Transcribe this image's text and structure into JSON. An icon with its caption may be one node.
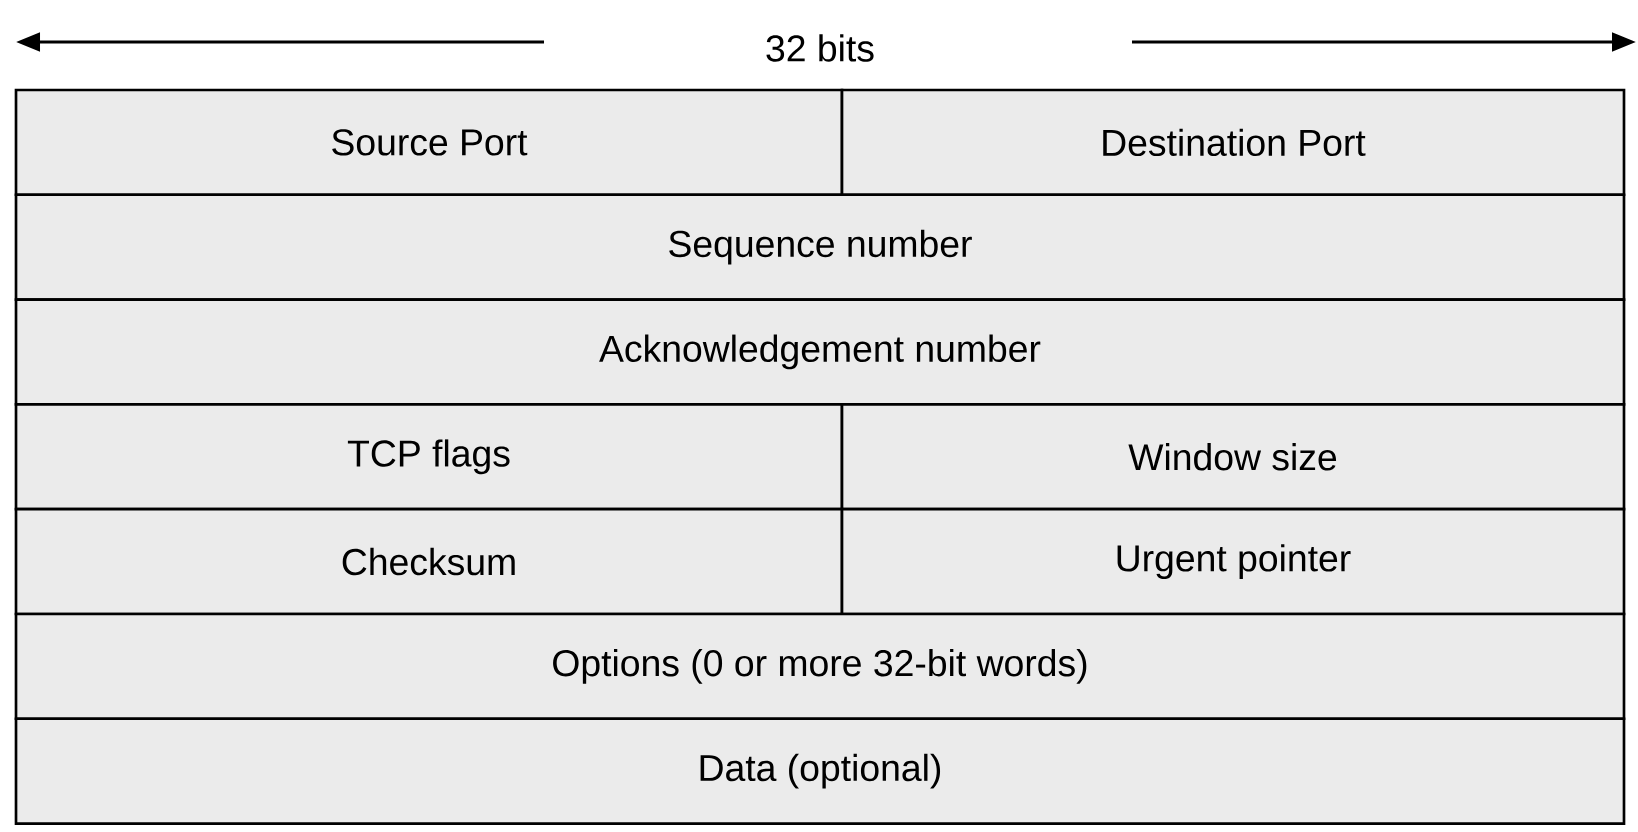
{
  "diagram": {
    "labels": [
      "32 bits",
      "Source Port",
      "Destination Port",
      "Sequence number",
      "Acknowledgement number",
      "TCP flags",
      "Window size",
      "Checksum",
      "Urgent pointer",
      "Options (0 or more 32-bit words)",
      "Data (optional)"
    ]
  }
}
